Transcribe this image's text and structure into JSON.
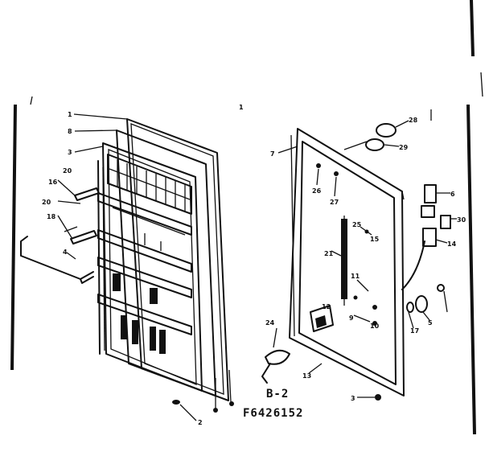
{
  "captions": {
    "section": "B-2",
    "model": "F6426152"
  },
  "callouts": {
    "left_1": "1",
    "left_8": "8",
    "left_3": "3",
    "left_20a": "20",
    "left_16": "16",
    "left_20b": "20",
    "left_18": "18",
    "left_4": "4",
    "left_2": "2",
    "top_mark": "1",
    "right_7": "7",
    "right_28": "28",
    "right_29": "29",
    "right_30": "30",
    "right_26": "26",
    "right_27": "27",
    "right_6": "6",
    "right_25": "25",
    "right_15": "15",
    "right_21": "21",
    "right_14": "14",
    "right_11": "11",
    "right_12": "12",
    "right_24": "24",
    "right_13": "13",
    "right_17": "17",
    "right_5": "5",
    "right_10": "10",
    "right_9": "9",
    "right_3": "3"
  }
}
